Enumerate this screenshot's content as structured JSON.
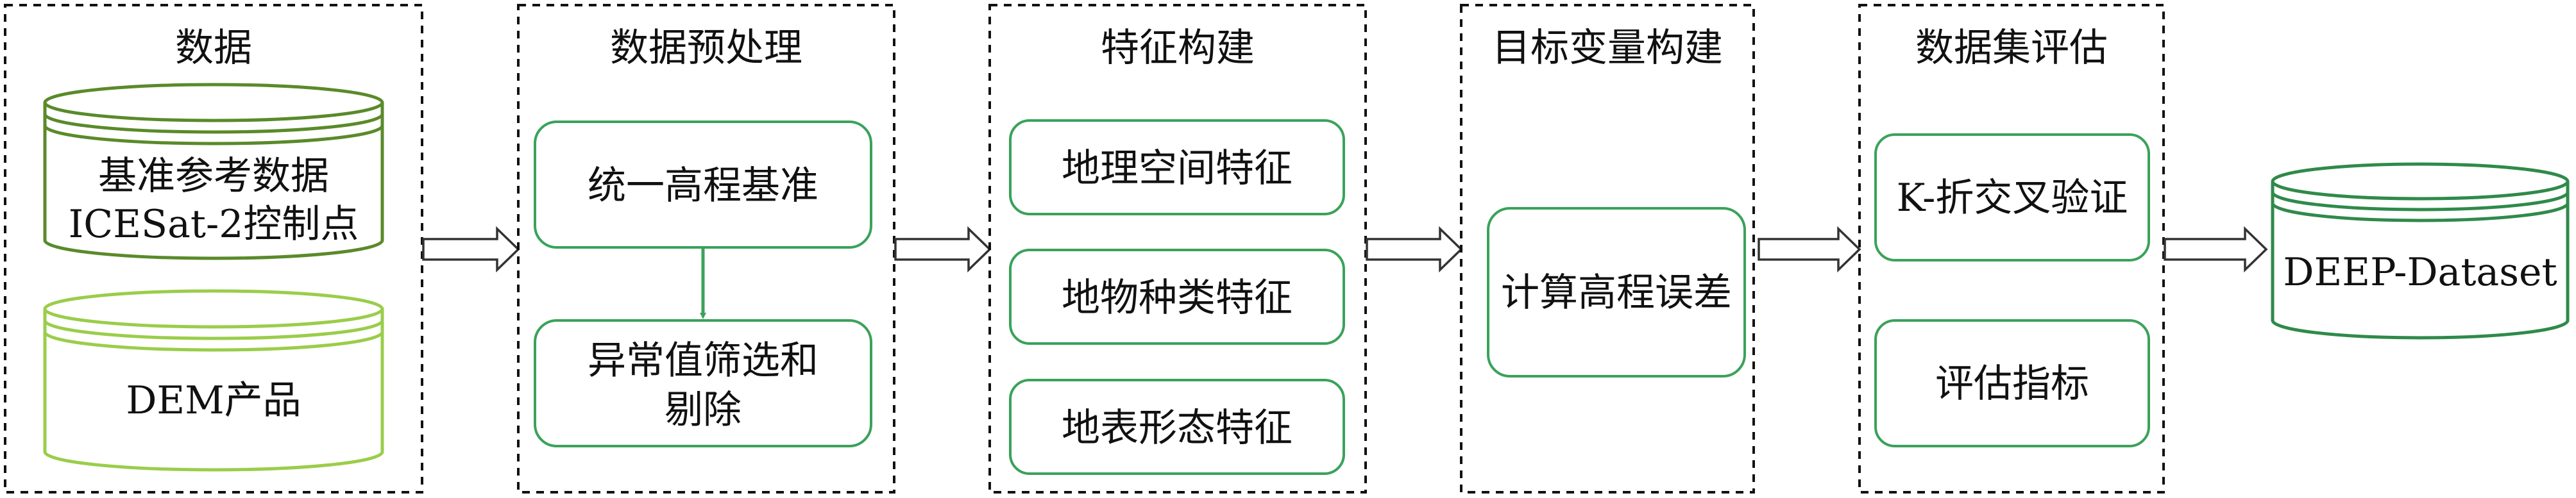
{
  "colors": {
    "dashed_border": "#111111",
    "process_box": "#3aa25a",
    "cylinder_dark": "#5a8a2a",
    "cylinder_light": "#9acd4a",
    "dataset_cylinder": "#2f8a4a",
    "arrow_fill": "#ffffff",
    "arrow_stroke": "#333333",
    "inner_arrow": "#3aa25a"
  },
  "stages": {
    "data": {
      "title": "数据",
      "reference": {
        "line1": "基准参考数据",
        "line2": "ICESat-2控制点"
      },
      "dem": "DEM产品"
    },
    "preprocess": {
      "title": "数据预处理",
      "datum": "统一高程基准",
      "outlier": {
        "line1": "异常值筛选和",
        "line2": "剔除"
      }
    },
    "features": {
      "title": "特征构建",
      "items": [
        "地理空间特征",
        "地物种类特征",
        "地表形态特征"
      ]
    },
    "target": {
      "title": "目标变量构建",
      "compute": "计算高程误差"
    },
    "evaluation": {
      "title": "数据集评估",
      "kfold": "K-折交叉验证",
      "metrics": "评估指标"
    },
    "output": {
      "dataset": "DEEP-Dataset"
    }
  }
}
